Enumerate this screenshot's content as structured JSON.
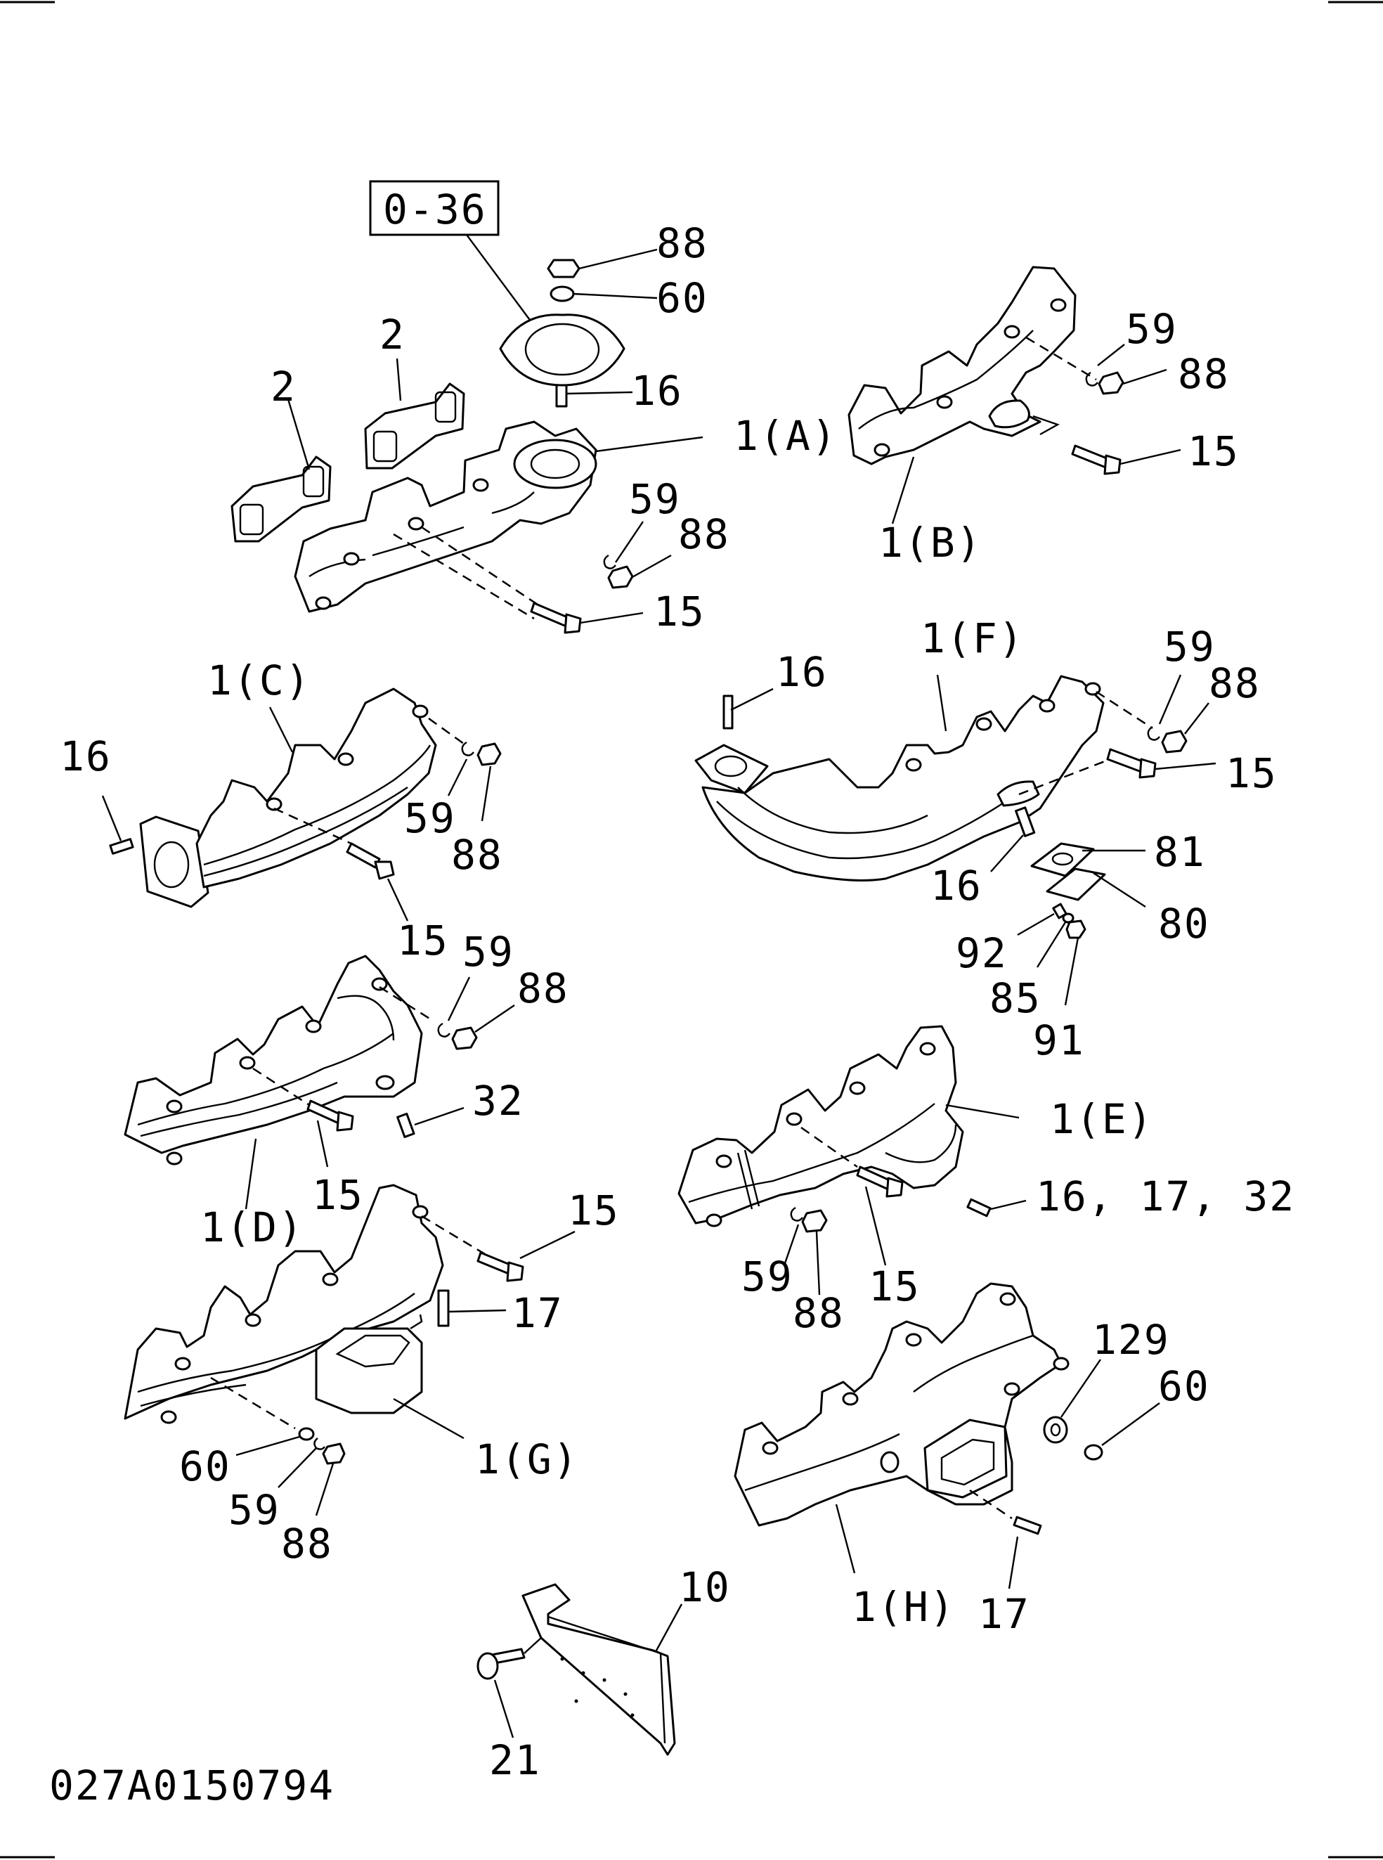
{
  "ref_box": "0-36",
  "drawing_id": "027A0150794",
  "callouts": {
    "a_88": "88",
    "a_60": "60",
    "a_16": "16",
    "a_1A": "1(A)",
    "a_59": "59",
    "a_88b": "88",
    "a_15": "15",
    "g_2a": "2",
    "g_2b": "2",
    "b_59": "59",
    "b_88": "88",
    "b_15": "15",
    "b_1B": "1(B)",
    "c_1C": "1(C)",
    "c_16": "16",
    "c_59": "59",
    "c_88": "88",
    "c_15": "15",
    "f_1F": "1(F)",
    "f_16": "16",
    "f_59": "59",
    "f_88": "88",
    "f_15": "15",
    "f_16b": "16",
    "f_81": "81",
    "f_80": "80",
    "f_92": "92",
    "f_85": "85",
    "f_91": "91",
    "d_59": "59",
    "d_88": "88",
    "d_32": "32",
    "d_15": "15",
    "d_1D": "1(D)",
    "e_1E": "1(E)",
    "e_16_17_32": "16, 17, 32",
    "e_59": "59",
    "e_88": "88",
    "e_15": "15",
    "g_15": "15",
    "g_17": "17",
    "g_60": "60",
    "g_59": "59",
    "g_88": "88",
    "g_1G": "1(G)",
    "h_129": "129",
    "h_60": "60",
    "h_1H": "1(H)",
    "h_17": "17",
    "p_10": "10",
    "p_21": "21"
  }
}
